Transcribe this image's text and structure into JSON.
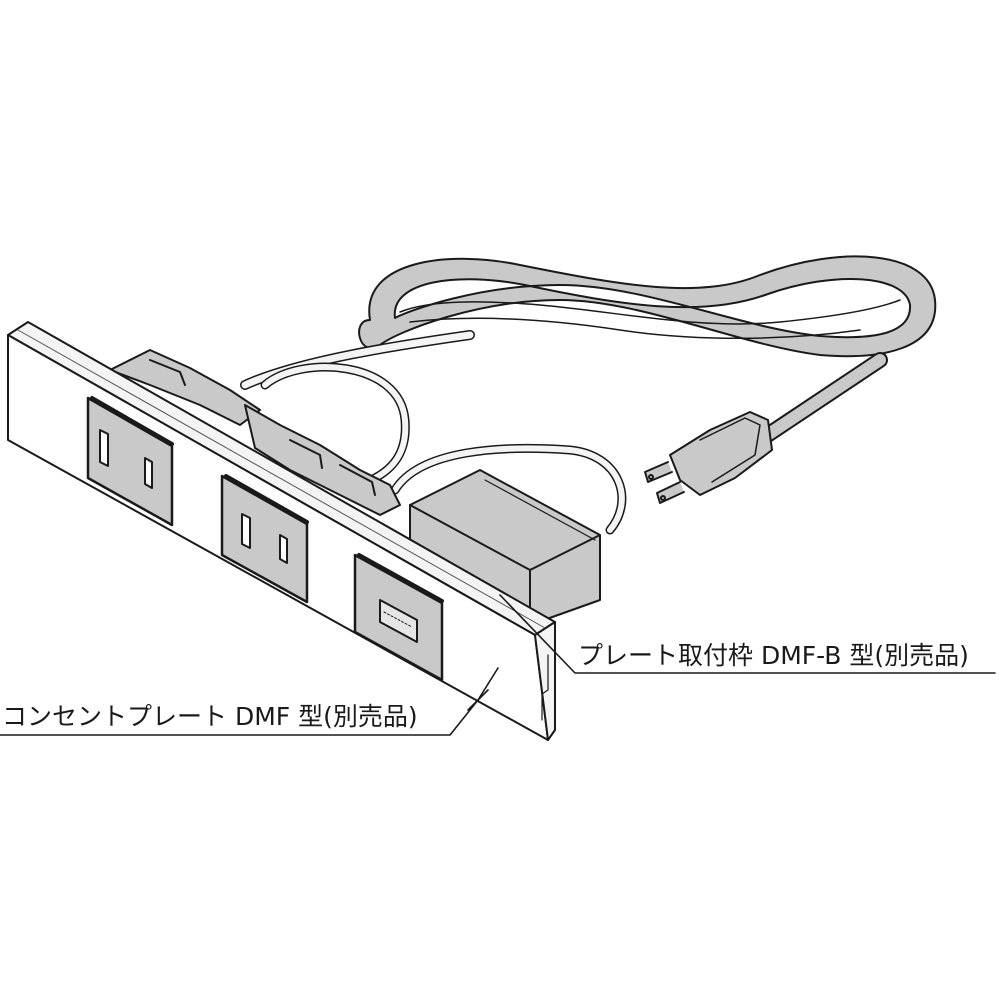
{
  "diagram": {
    "subject": "power outlet harness with cord and plug",
    "labels": {
      "plate_frame": "プレート取付枠 DMF-B 型(別売品)",
      "outlet_plate": "コンセントプレート DMF 型(別売品)"
    },
    "components": {
      "outlet_plate": {
        "outlets": [
          "outlet-1",
          "outlet-2"
        ],
        "usb_ports": [
          "usb-port-1"
        ]
      },
      "adapter_box": "usb-power-adapter",
      "cord": "coiled-power-cord",
      "plug": "two-prong-plug"
    },
    "colors": {
      "line": "#1a1a1a",
      "fill_gray": "#c9c9c9",
      "fill_light": "#f4f4f4",
      "background": "#ffffff"
    }
  }
}
